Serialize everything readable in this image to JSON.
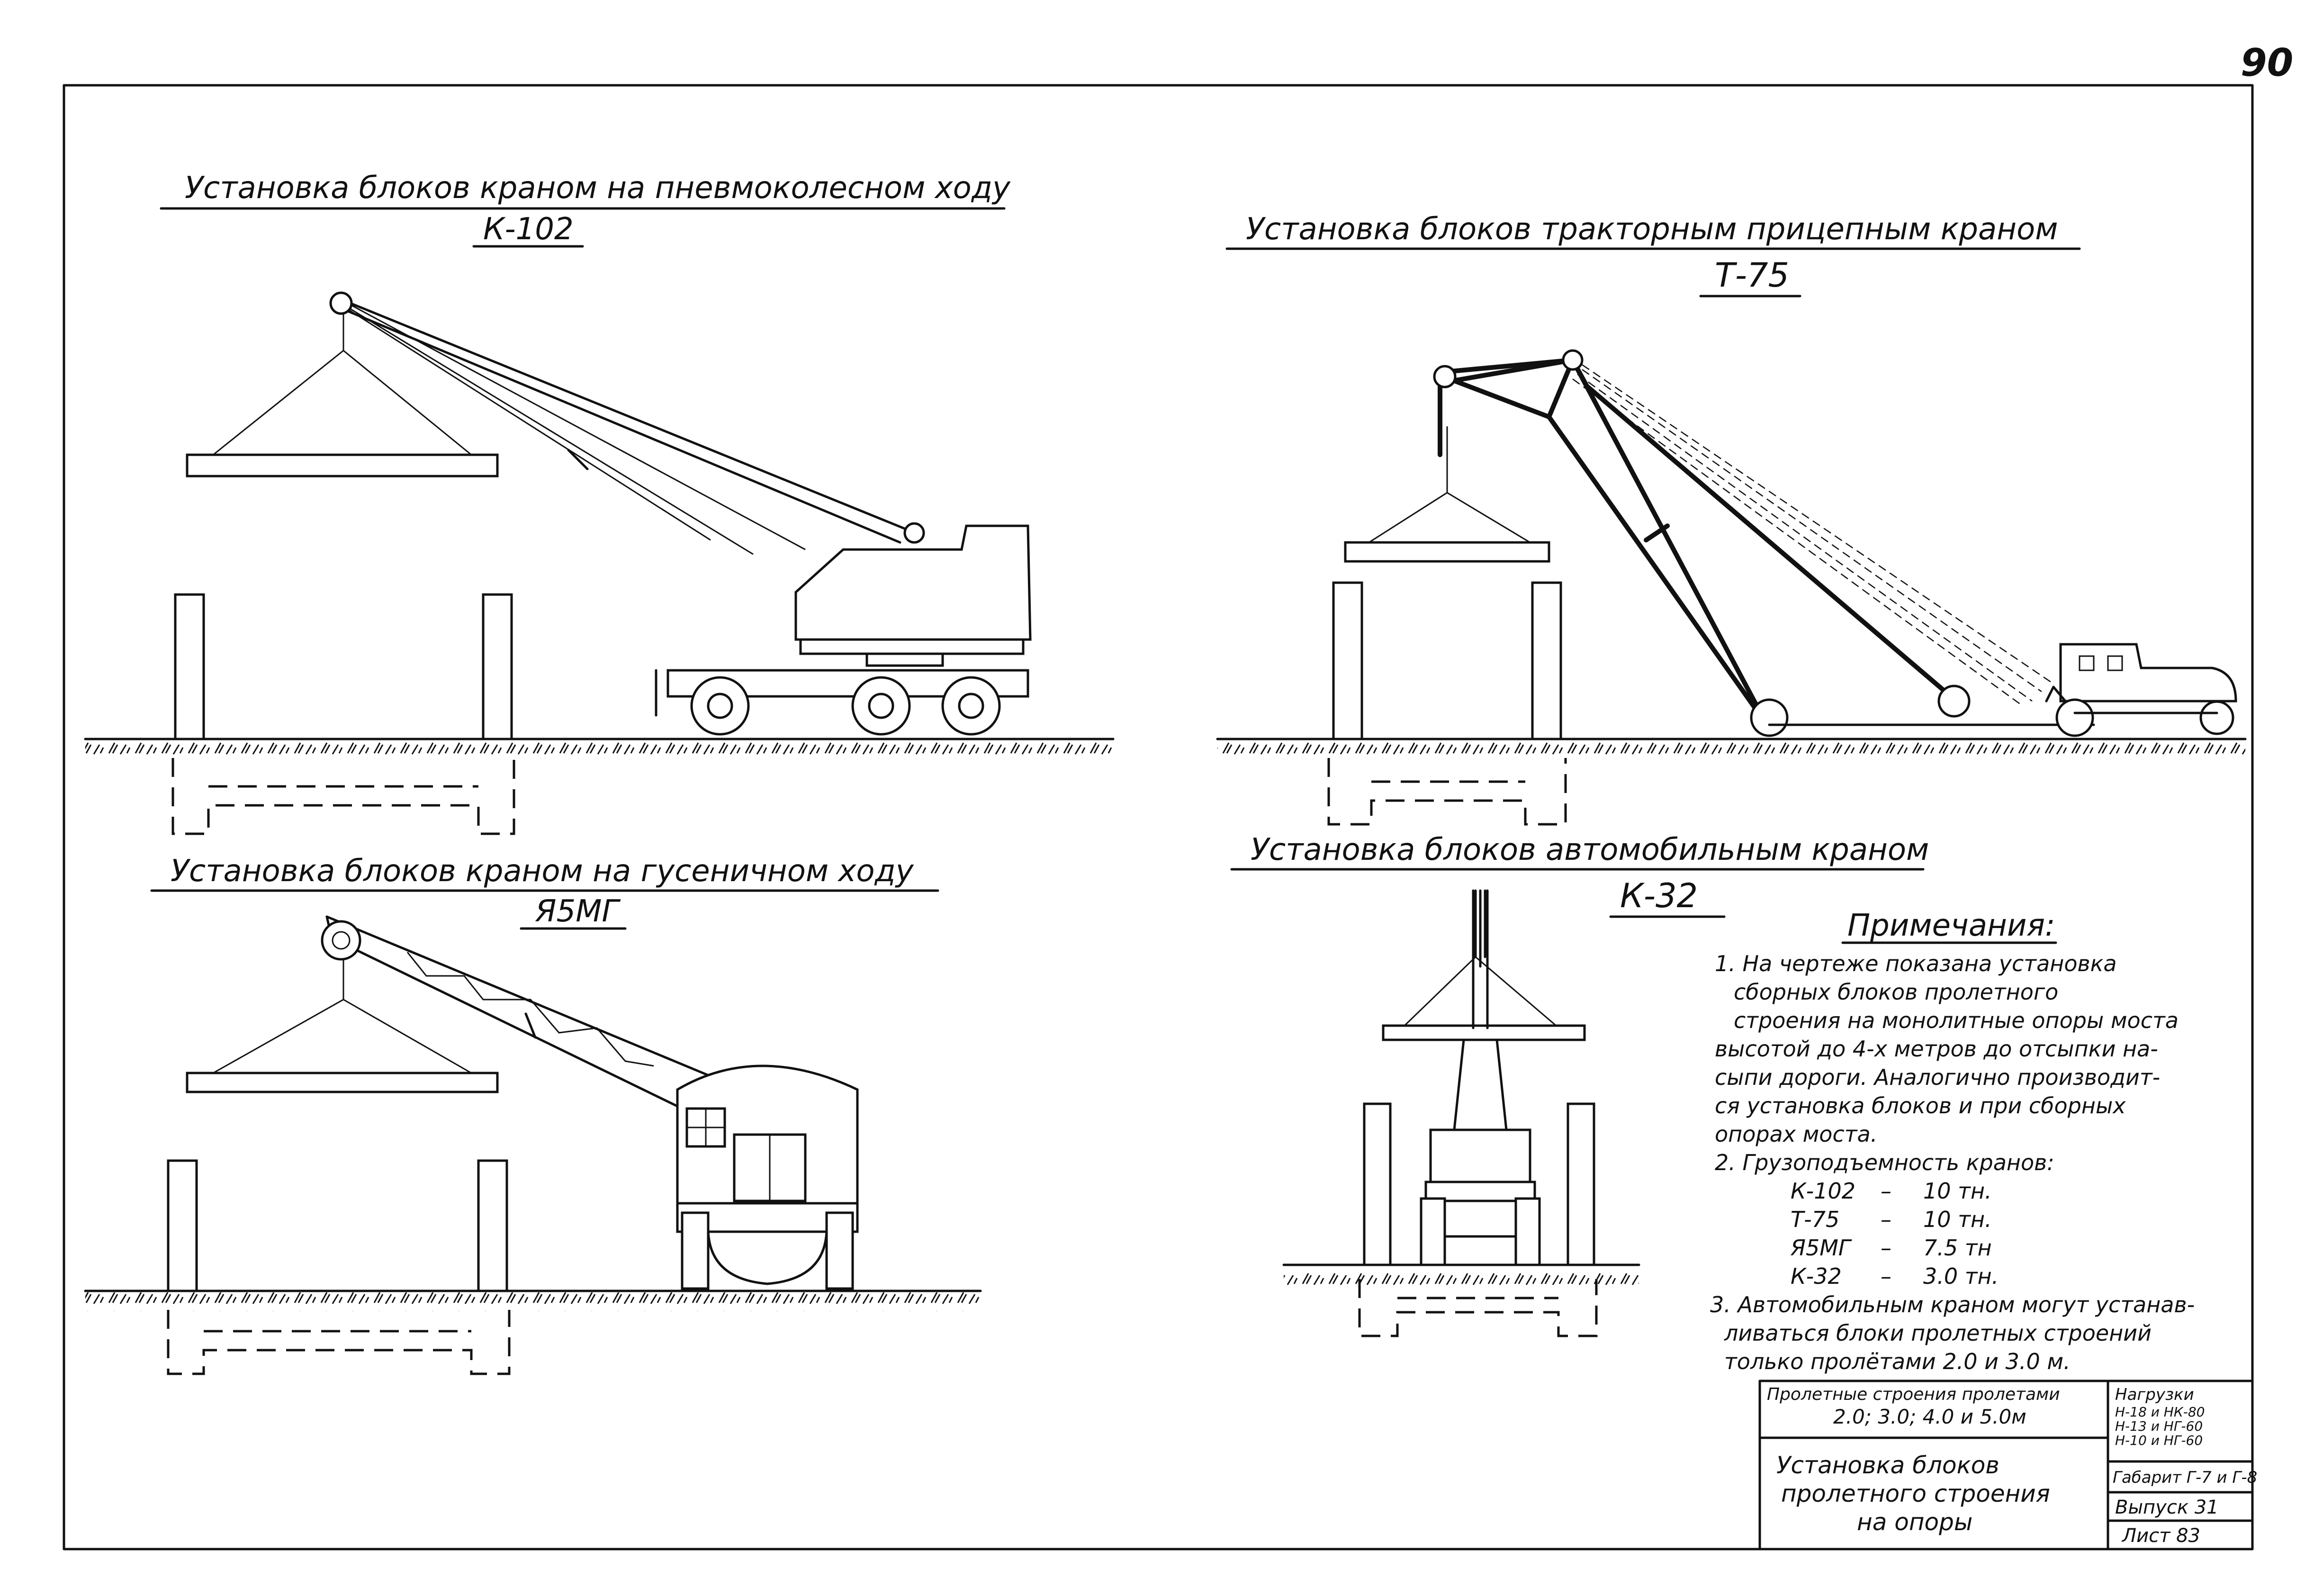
{
  "page_number": "90",
  "titles": {
    "k102": "Установка блоков краном на пневмоколесном ходу",
    "k102_model": "К-102",
    "t75": "Установка блоков тракторным прицепным краном",
    "t75_model": "Т-75",
    "ya5mg": "Установка блоков краном на гусеничном ходу",
    "ya5mg_model": "Я5МГ",
    "k32": "Установка блоков автомобильным краном",
    "k32_model": "К-32"
  },
  "notes": {
    "heading": "Примечания:",
    "lines": [
      "1. На чертеже показана установка",
      "сборных блоков пролетного",
      "строения на монолитные опоры моста",
      "высотой до 4-х метров до отсыпки на-",
      "сыпи дороги. Аналогично производит-",
      "ся установка блоков и при сборных",
      "опорах моста.",
      "2. Грузоподъемность кранов:"
    ],
    "capacity": [
      {
        "crane": "К-102",
        "value": "10 тн."
      },
      {
        "crane": "Т-75",
        "value": "10 тн."
      },
      {
        "crane": "Я5МГ",
        "value": "7.5 тн"
      },
      {
        "crane": "К-32",
        "value": "3.0 тн."
      }
    ],
    "note3": [
      "3. Автомобильным краном могут устанав-",
      "ливаться блоки пролетных строений",
      "только пролётами 2.0 и 3.0 м."
    ]
  },
  "title_block": {
    "spans_line1": "Пролетные строения пролетами",
    "spans_line2": "2.0; 3.0; 4.0 и 5.0м",
    "loads_title": "Нагрузки",
    "loads": [
      "Н-18 и НК-80",
      "Н-13 и НГ-60",
      "Н-10 и НГ-60"
    ],
    "name_lines": [
      "Установка блоков",
      "пролетного строения",
      "на опоры"
    ],
    "gabarit": "Габарит Г-7 и Г-8",
    "issue": "Выпуск 31",
    "sheet": "Лист 83"
  }
}
